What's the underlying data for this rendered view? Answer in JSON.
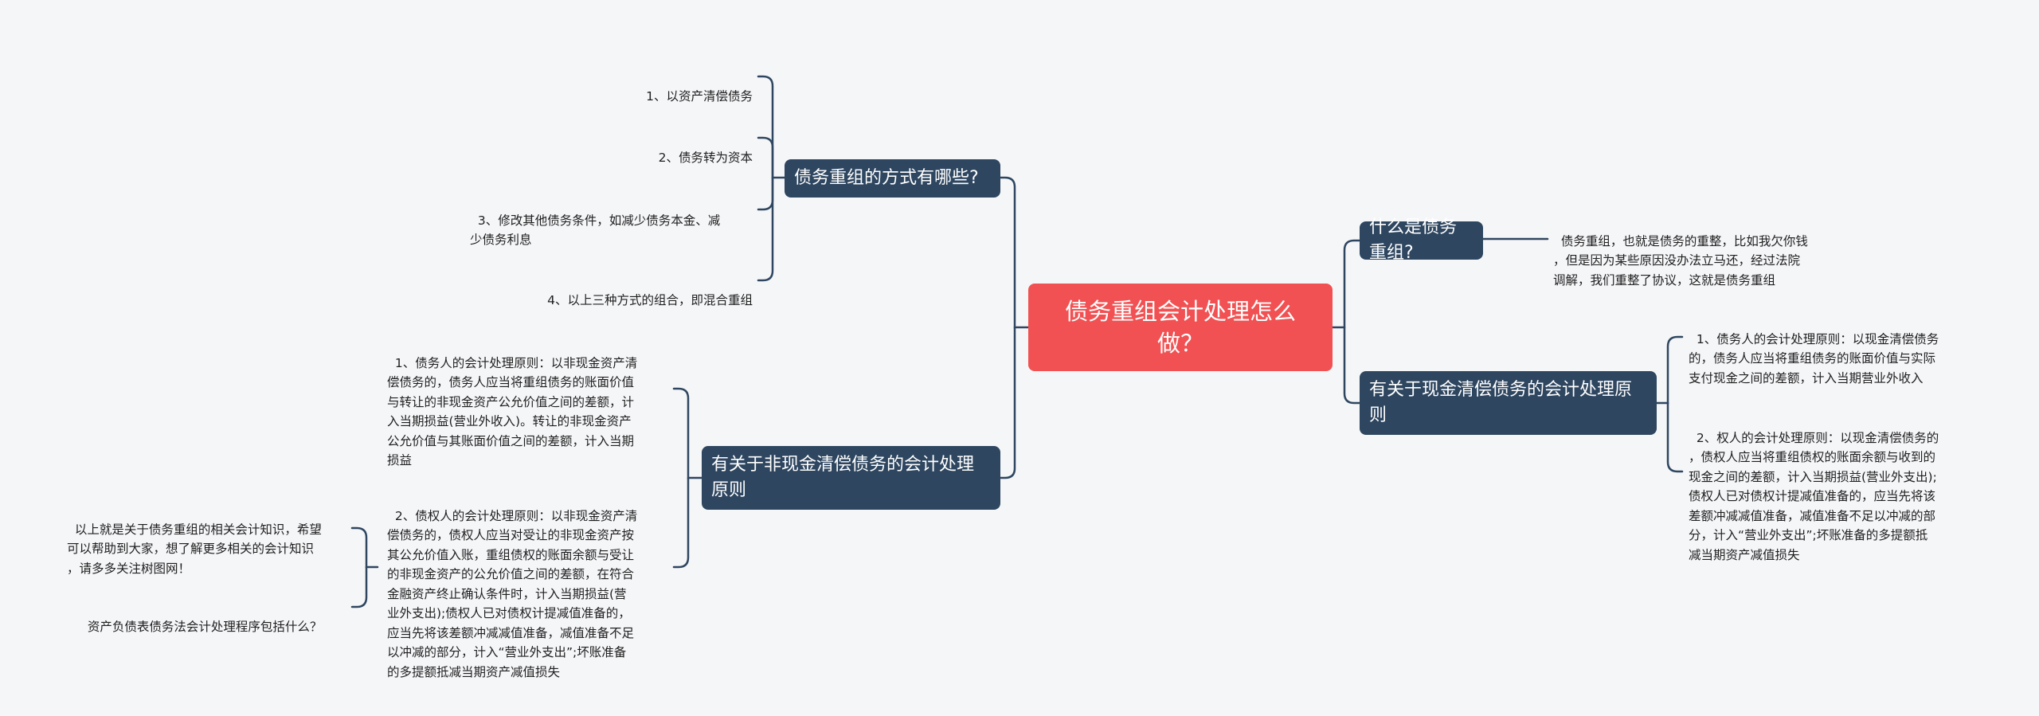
{
  "root": {
    "label": "债务重组会计处理怎么做？"
  },
  "right": [
    {
      "label": "什么是债务重组?",
      "children": [
        "债务重组，也就是债务的重整，比如我欠你钱\n，但是因为某些原因没办法立马还，经过法院\n调解，我们重整了协议，这就是债务重组"
      ]
    },
    {
      "label": "有关于现金清偿债务的会计处理原则",
      "children": [
        "1、债务人的会计处理原则：以现金清偿债务\n的，债务人应当将重组债务的账面价值与实际\n支付现金之间的差额，计入当期营业外收入",
        "2、权人的会计处理原则：以现金清偿债务的\n，债权人应当将重组债权的账面余额与收到的\n现金之间的差额，计入当期损益(营业外支出);\n债权人已对债权计提减值准备的，应当先将该\n差额冲减减值准备，减值准备不足以冲减的部\n分，计入“营业外支出”;坏账准备的多提额抵\n减当期资产减值损失"
      ]
    }
  ],
  "left": [
    {
      "label": "债务重组的方式有哪些?",
      "children": [
        "1、以资产清偿债务",
        "2、债务转为资本",
        "3、修改其他债务条件，如减少债务本金、减\n少债务利息",
        "4、以上三种方式的组合，即混合重组"
      ]
    },
    {
      "label": "有关于非现金清偿债务的会计处理原则",
      "children": [
        "1、债务人的会计处理原则：以非现金资产清\n偿债务的，债务人应当将重组债务的账面价值\n与转让的非现金资产公允价值之间的差额，计\n入当期损益(营业外收入)。转让的非现金资产\n公允价值与其账面价值之间的差额，计入当期\n损益",
        "2、债权人的会计处理原则：以非现金资产清\n偿债务的，债权人应当对受让的非现金资产按\n其公允价值入账，重组债权的账面余额与受让\n的非现金资产的公允价值之间的差额，在符合\n金融资产终止确认条件时，计入当期损益(营\n业外支出);债权人已对债权计提减值准备的，\n应当先将该差额冲减减值准备，减值准备不足\n以冲减的部分，计入“营业外支出”;坏账准备\n的多提额抵减当期资产减值损失"
      ]
    }
  ],
  "extra": [
    "以上就是关于债务重组的相关会计知识，希望\n可以帮助到大家，想了解更多相关的会计知识\n，请多多关注树图网！",
    "资产负债表债务法会计处理程序包括什么？"
  ]
}
